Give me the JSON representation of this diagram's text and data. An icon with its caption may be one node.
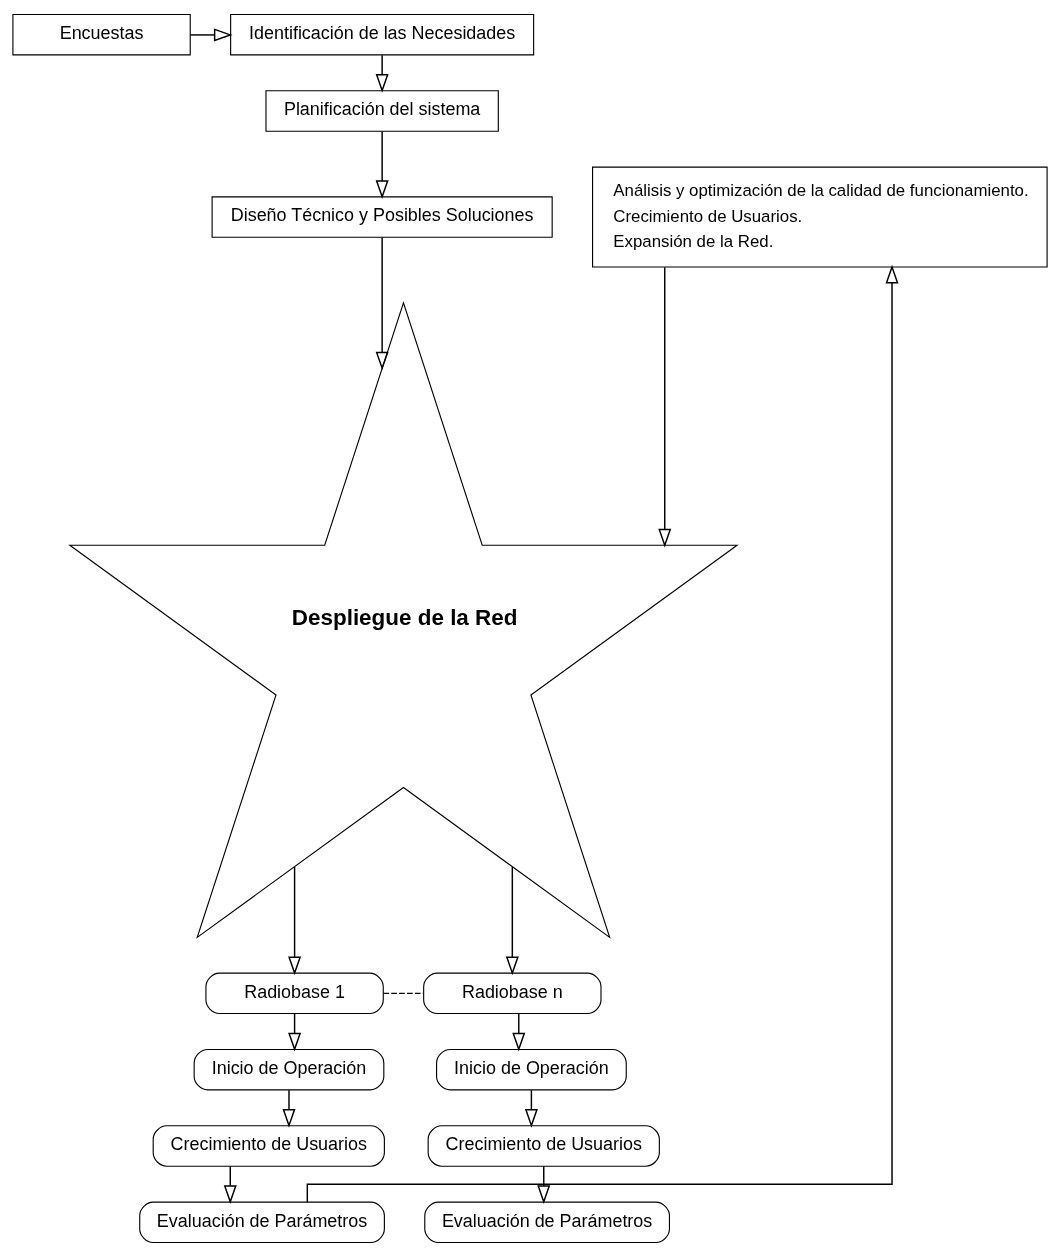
{
  "diagram": {
    "nodes": [
      {
        "text": [
          "Identificación de las Necesidades"
        ]
      },
      {
        "text": [
          "Encuestas"
        ]
      },
      {
        "text": [
          "Planificación del sistema"
        ]
      },
      {
        "text": [
          "Diseño Técnico y Posibles Soluciones"
        ]
      },
      {
        "text": [
          "Análisis y optimización de la calidad de funcionamiento.",
          "Crecimiento de Usuarios.",
          "Expansión de la Red."
        ]
      },
      {
        "text": [
          "Despliegue de la Red"
        ]
      },
      {
        "text": [
          "Radiobase 1"
        ]
      },
      {
        "text": [
          "Radiobase n"
        ]
      },
      {
        "text": [
          "Inicio de Operación"
        ]
      },
      {
        "text": [
          "Inicio de Operación"
        ]
      },
      {
        "text": [
          "Crecimiento de Usuarios"
        ]
      },
      {
        "text": [
          "Crecimiento de Usuarios"
        ]
      },
      {
        "text": [
          "Evaluación de Parámetros"
        ]
      },
      {
        "text": [
          "Evaluación de Parámetros"
        ]
      }
    ],
    "edges": [
      {
        "from": 1,
        "to": 0,
        "arrow": "to"
      },
      {
        "from": 0,
        "to": 2,
        "arrow": "to"
      },
      {
        "from": 2,
        "to": 3,
        "arrow": "to"
      },
      {
        "from": 3,
        "to": 5,
        "arrow": "to"
      },
      {
        "from": 4,
        "to": 5,
        "arrow": "to"
      },
      {
        "from": 5,
        "to": 6,
        "arrow": "to"
      },
      {
        "from": 5,
        "to": 7,
        "arrow": "to"
      },
      {
        "from": 6,
        "to": 7,
        "arrow": "none",
        "style": "dashed"
      },
      {
        "from": 6,
        "to": 8,
        "arrow": "to"
      },
      {
        "from": 8,
        "to": 10,
        "arrow": "to"
      },
      {
        "from": 10,
        "to": 12,
        "arrow": "to"
      },
      {
        "from": 7,
        "to": 9,
        "arrow": "to"
      },
      {
        "from": 9,
        "to": 11,
        "arrow": "to"
      },
      {
        "from": 11,
        "to": 13,
        "arrow": "to"
      },
      {
        "from": 12,
        "to": 4,
        "arrow": "to"
      }
    ]
  }
}
